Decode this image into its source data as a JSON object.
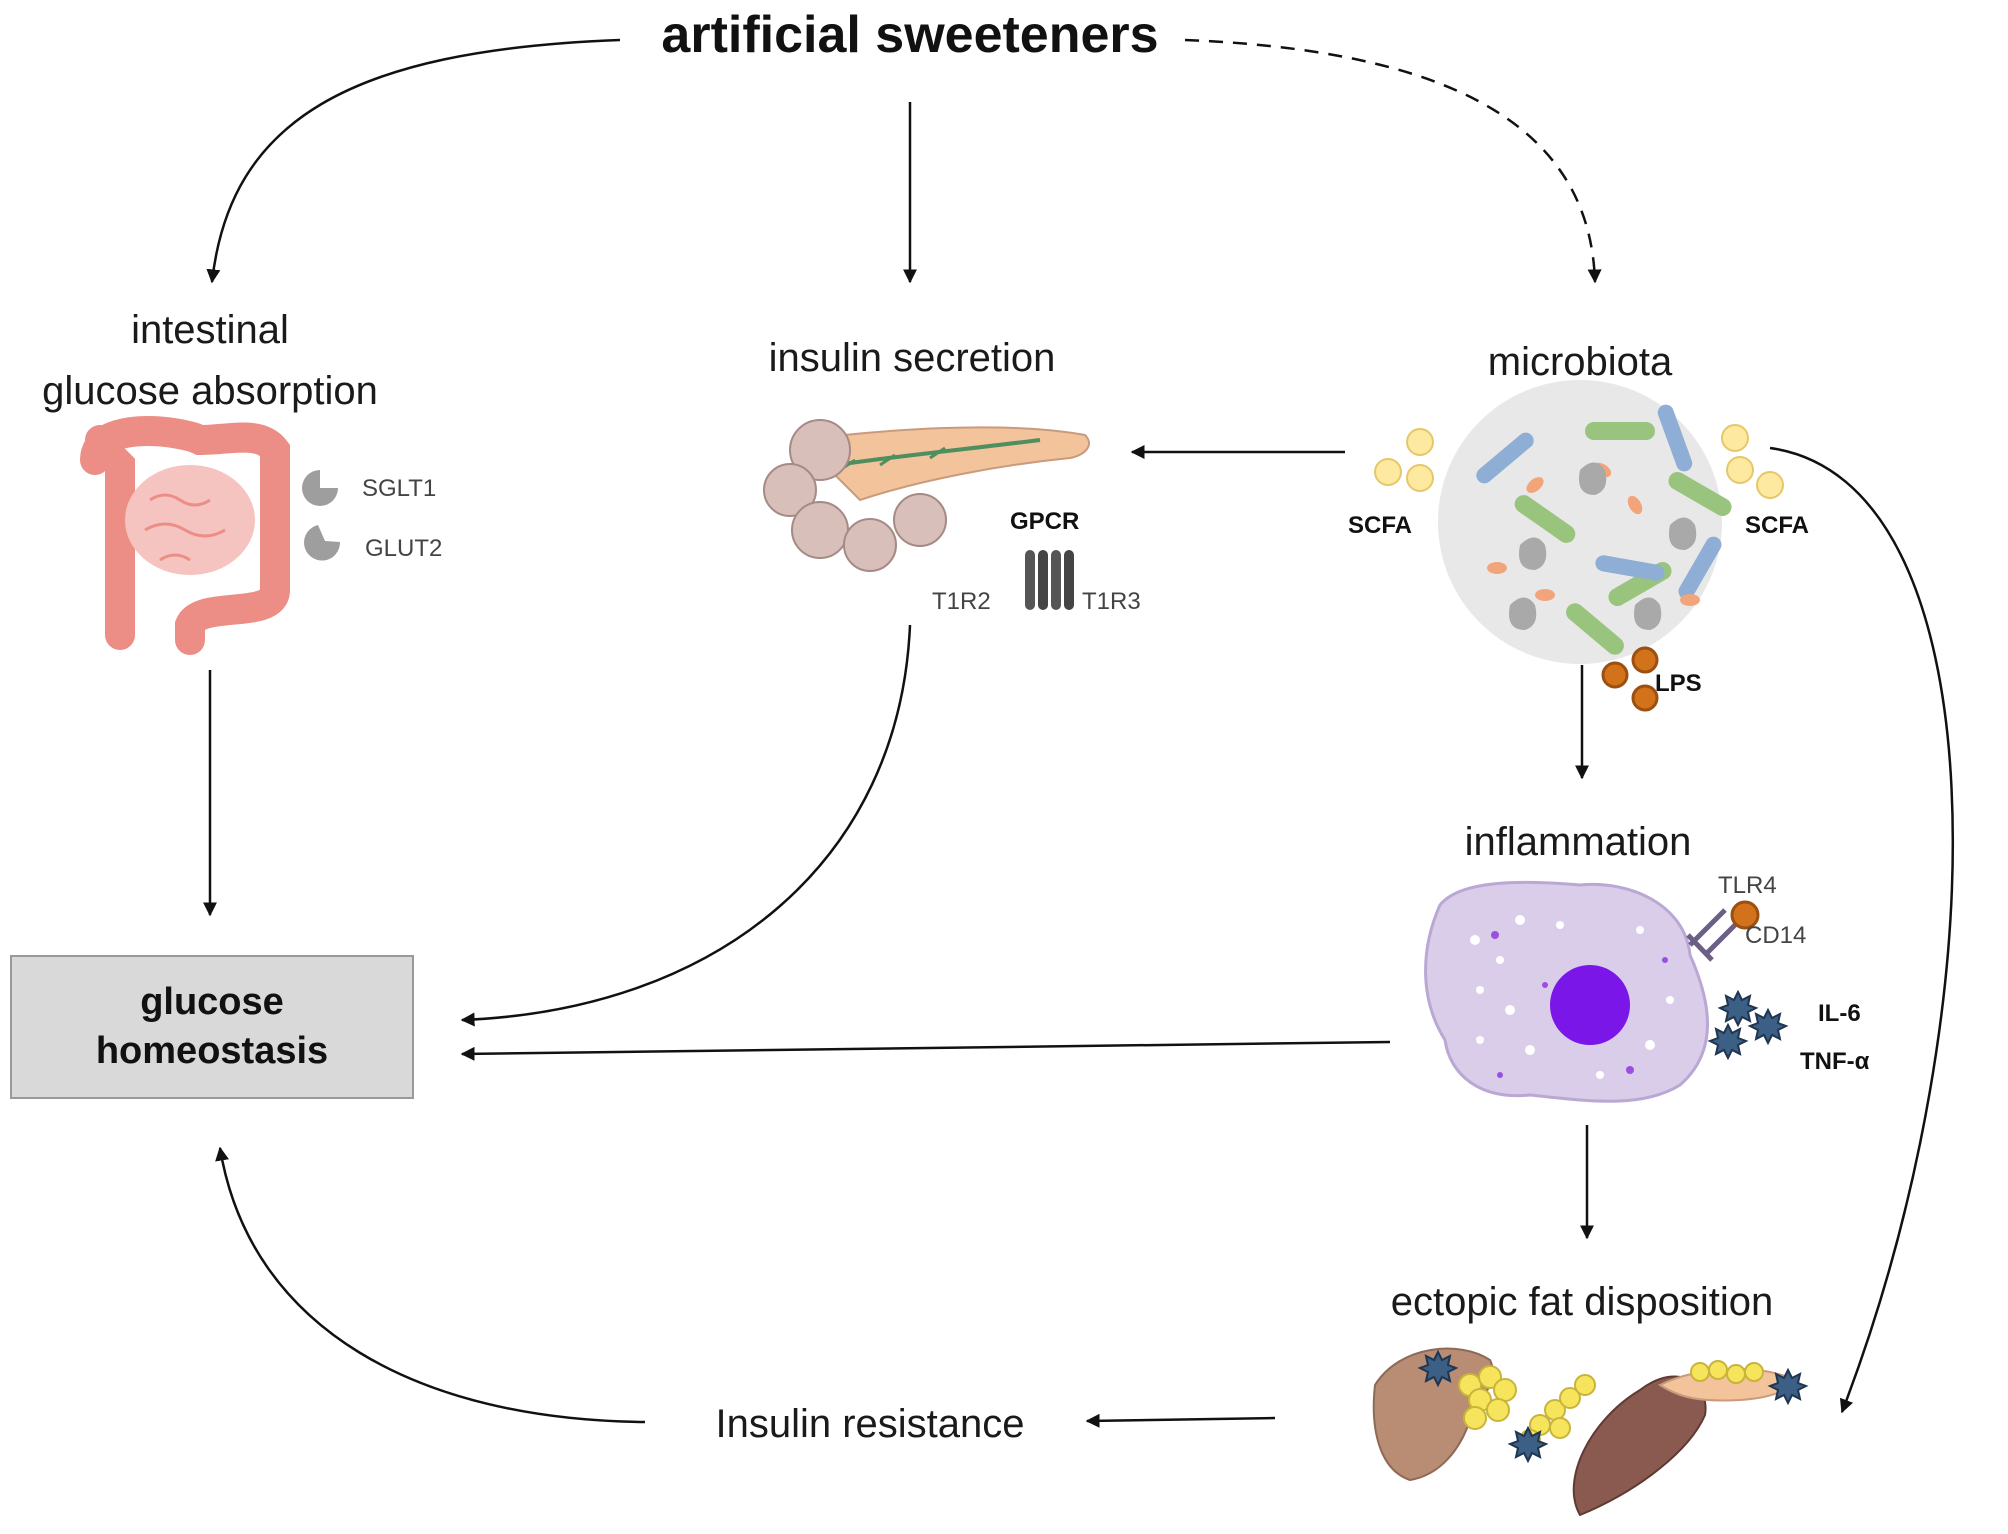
{
  "diagram": {
    "top": "artificial sweeteners",
    "intestinal_line1": "intestinal",
    "intestinal_line2": "glucose absorption",
    "sglt1": "SGLT1",
    "glut2": "GLUT2",
    "insulin_secretion": "insulin secretion",
    "gpcr": "GPCR",
    "t1r2": "T1R2",
    "t1r3": "T1R3",
    "microbiota": "microbiota",
    "scfa_left": "SCFA",
    "scfa_right": "SCFA",
    "lps": "LPS",
    "inflammation": "inflammation",
    "tlr4": "TLR4",
    "cd14": "CD14",
    "il6": "IL-6",
    "tnf": "TNF-α",
    "ectopic": "ectopic fat disposition",
    "insulin_resistance": "Insulin resistance",
    "glucose_line1": "glucose",
    "glucose_line2": "homeostasis"
  },
  "colors": {
    "arrow": "#111111",
    "box_fill": "#d9d9d9",
    "intestine": "#ec8d86",
    "pancreas": "#f3c39b",
    "microbiota_bg": "#e8e8e8",
    "macrophage": "#d9cdea",
    "nucleus": "#7a16e8",
    "lps": "#d2731b",
    "scfa": "#fde9a0",
    "cytokine": "#3c5f85",
    "fat": "#f6e45c",
    "liver": "#b98d74",
    "muscle": "#8a5a50"
  },
  "icons": [
    "intestine-icon",
    "transporter-icon",
    "pancreas-icon",
    "gpcr-receptor-icon",
    "microbiota-icon",
    "macrophage-icon",
    "liver-icon",
    "muscle-icon",
    "pancreas-fat-icon"
  ]
}
